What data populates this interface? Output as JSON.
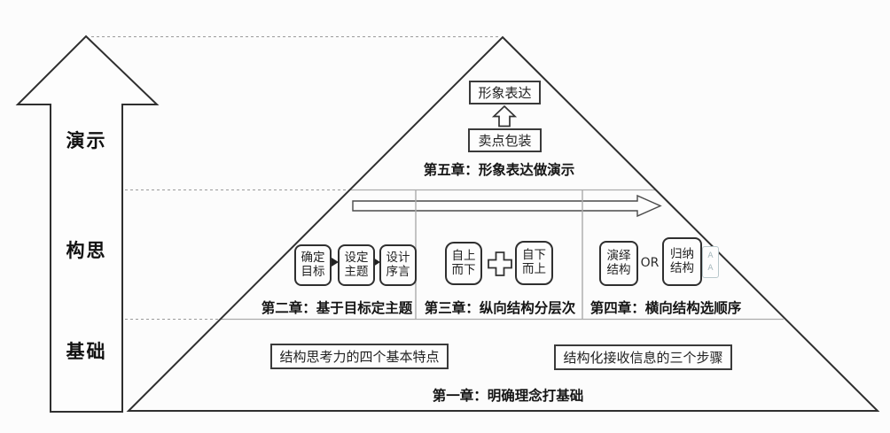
{
  "axis": {
    "levels": [
      {
        "label": "演示"
      },
      {
        "label": "构思"
      },
      {
        "label": "基础"
      }
    ]
  },
  "chapter5": {
    "caption": "第五章：形象表达做演示",
    "top_box": "形象表达",
    "bottom_box": "卖点包装"
  },
  "chapter2": {
    "caption": "第二章：基于目标定主题",
    "steps": [
      {
        "line1": "确定",
        "line2": "目标"
      },
      {
        "line1": "设定",
        "line2": "主题"
      },
      {
        "line1": "设计",
        "line2": "序言"
      }
    ]
  },
  "chapter3": {
    "caption": "第三章：纵向结构分层次",
    "left_box": {
      "line1": "自上",
      "line2": "而下"
    },
    "right_box": {
      "line1": "自下",
      "line2": "而上"
    }
  },
  "chapter4": {
    "caption": "第四章：横向结构选顺序",
    "left_box": {
      "line1": "演绎",
      "line2": "结构"
    },
    "or_label": "OR",
    "right_box": {
      "line1": "归纳",
      "line2": "结构"
    },
    "size_icon": {
      "top": "A",
      "bottom": "A"
    }
  },
  "chapter1": {
    "caption": "第一章：明确理念打基础",
    "left_box": "结构思考力的四个基本特点",
    "right_box": "结构化接收信息的三个步骤"
  },
  "colors": {
    "outline": "#2f2f2f",
    "band_line": "#a9a9a9",
    "accent_icon_border": "#b9c8cc"
  }
}
